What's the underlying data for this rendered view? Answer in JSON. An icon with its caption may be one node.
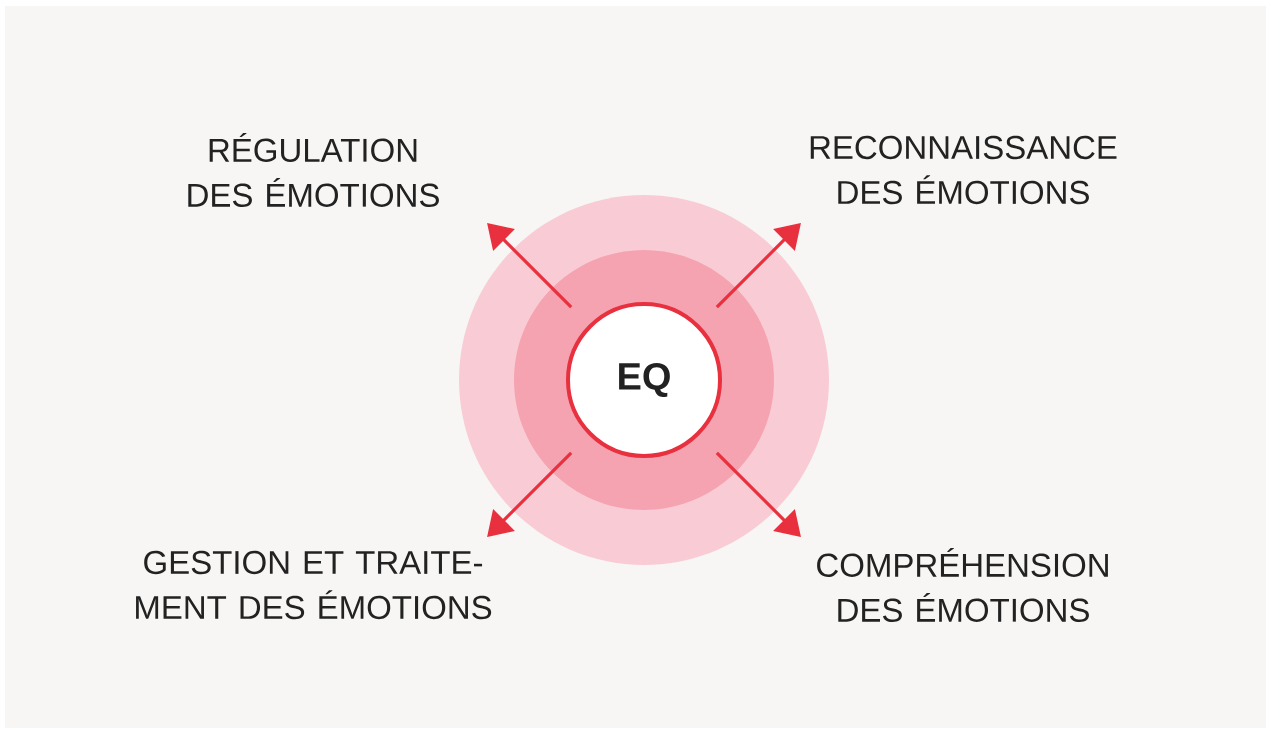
{
  "diagram": {
    "nodes": [
      {
        "text": [
          "EQ"
        ]
      },
      {
        "text": [
          "RÉGULATION DES ÉMOTIONS"
        ]
      },
      {
        "text": [
          "RECONNAISSANCE DES ÉMOTIONS"
        ]
      },
      {
        "text": [
          "GESTION ET TRAITE- MENT DES ÉMOTIONS"
        ]
      },
      {
        "text": [
          "COMPRÉHENSION DES ÉMOTIONS"
        ]
      }
    ],
    "edges": [
      {
        "from": 0,
        "to": 1,
        "arrow": "to"
      },
      {
        "from": 0,
        "to": 2,
        "arrow": "to"
      },
      {
        "from": 0,
        "to": 3,
        "arrow": "to"
      },
      {
        "from": 0,
        "to": 4,
        "arrow": "to"
      }
    ]
  }
}
